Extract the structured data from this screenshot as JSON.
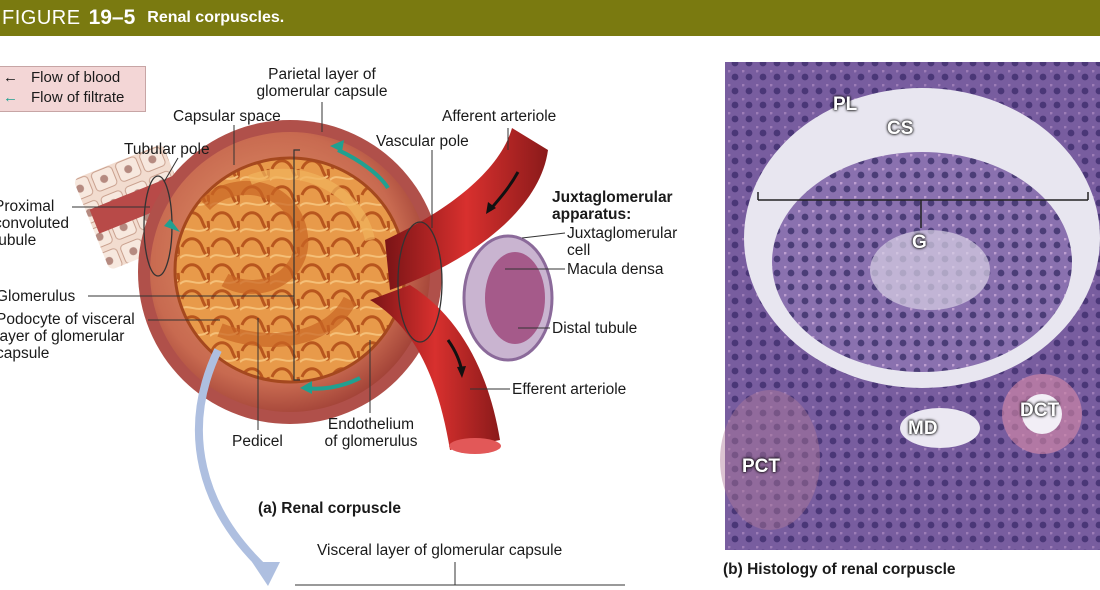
{
  "header": {
    "figure_word": "FIGURE",
    "figure_number": "19–5",
    "title": "Renal corpuscles."
  },
  "legend": {
    "blood": "Flow of blood",
    "filtrate": "Flow of filtrate",
    "blood_color": "#111111",
    "filtrate_color": "#20a090"
  },
  "labels": {
    "parietal_l1": "Parietal layer of",
    "parietal_l2": "glomerular capsule",
    "capsular_space": "Capsular space",
    "afferent": "Afferent arteriole",
    "tubular_pole": "Tubular pole",
    "vascular_pole": "Vascular pole",
    "proximal_l1": "Proximal",
    "proximal_l2": "convoluted",
    "proximal_l3": "tubule",
    "jga_l1": "Juxtaglomerular",
    "jga_l2": "apparatus:",
    "jg_cell_l1": "Juxtaglomerular",
    "jg_cell_l2": "cell",
    "macula_densa": "Macula densa",
    "glomerulus": "Glomerulus",
    "podocyte_l1": "Podocyte of visceral",
    "podocyte_l2": "layer of glomerular",
    "podocyte_l3": "capsule",
    "distal_tubule": "Distal tubule",
    "efferent": "Efferent arteriole",
    "endothelium_l1": "Endothelium",
    "endothelium_l2": "of glomerulus",
    "pedicel": "Pedicel",
    "caption_a": "(a) Renal corpuscle",
    "visceral_layer": "Visceral layer of glomerular capsule",
    "caption_b": "(b) Histology of renal corpuscle"
  },
  "histology": {
    "pl": "PL",
    "cs": "CS",
    "g": "G",
    "md": "MD",
    "dct": "DCT",
    "pct": "PCT"
  },
  "colors": {
    "header_bg": "#7a7a10",
    "vessel_red": "#c8262a",
    "glomerulus_orange": "#e08a3a",
    "capsule_wall": "#b95a4a",
    "histology_purple": "#7a5a9c",
    "flow_arrow": "#20a090"
  }
}
